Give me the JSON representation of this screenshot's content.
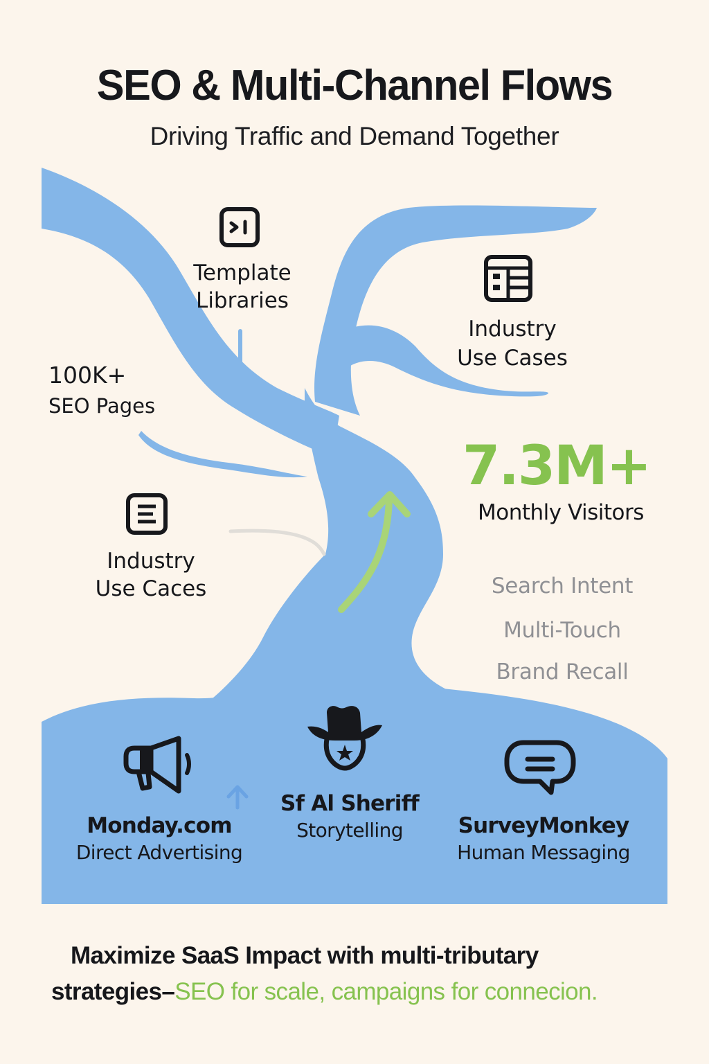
{
  "header": {
    "title": "SEO & Multi-Channel Flows",
    "subtitle": "Driving Traffic and Demand Together"
  },
  "colors": {
    "background": "#fcf5ec",
    "river": "#84b6e8",
    "accent_green": "#86c24f",
    "muted_gray": "#8f9094",
    "text_dark": "#16171b"
  },
  "tributaries": [
    {
      "icon": "terminal-square-icon",
      "line1": "Template",
      "line2": "Libraries"
    },
    {
      "icon": "table-layout-icon",
      "line1": "Industry",
      "line2": "Use Cases"
    },
    {
      "icon": null,
      "line1": "100K+",
      "line2": "SEO Pages"
    },
    {
      "icon": "text-lines-icon",
      "line1": "Industry",
      "line2": "Use Caces"
    }
  ],
  "stat": {
    "value": "7.3M+",
    "label": "Monthly Visitors"
  },
  "factors": [
    "Search Intent",
    "Multi-Touch",
    "Brand Recall"
  ],
  "channels": [
    {
      "icon": "megaphone-icon",
      "name": "Monday.com",
      "type": "Direct Advertising"
    },
    {
      "icon": "sheriff-hat-icon",
      "name": "Sf Al Sheriff",
      "type": "Storytelling"
    },
    {
      "icon": "chat-bubble-icon",
      "name": "SurveyMonkey",
      "type": "Human Messaging"
    }
  ],
  "footer": {
    "line1": "Maximize SaaS Impact with multi-tributary",
    "line2_prefix": "strategies–",
    "line2_accent": "SEO for scale, campaigns for connecion."
  }
}
